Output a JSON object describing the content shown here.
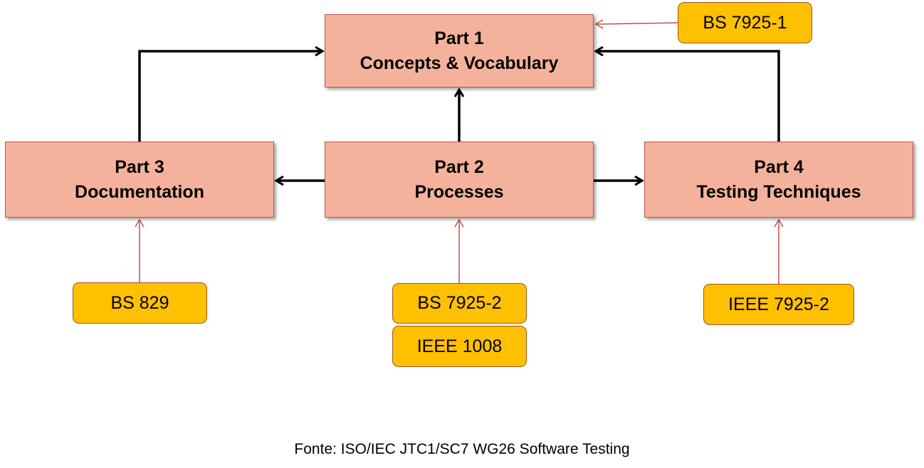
{
  "parts": {
    "part1": {
      "number": "Part 1",
      "title": "Concepts & Vocabulary"
    },
    "part2": {
      "number": "Part 2",
      "title": "Processes"
    },
    "part3": {
      "number": "Part 3",
      "title": "Documentation"
    },
    "part4": {
      "number": "Part 4",
      "title": "Testing Techniques"
    }
  },
  "standards": {
    "bs_7925_1": "BS 7925-1",
    "bs_829": "BS 829",
    "bs_7925_2": "BS 7925-2",
    "ieee_1008": "IEEE 1008",
    "ieee_7925_2": "IEEE 7925-2"
  },
  "connections": [
    {
      "from": "part2",
      "to": "part1",
      "style": "bold-black"
    },
    {
      "from": "part2",
      "to": "part3",
      "style": "bold-black"
    },
    {
      "from": "part2",
      "to": "part4",
      "style": "bold-black"
    },
    {
      "from": "part3",
      "to": "part1",
      "style": "bold-black"
    },
    {
      "from": "part4",
      "to": "part1",
      "style": "bold-black"
    },
    {
      "from": "bs_7925_1",
      "to": "part1",
      "style": "thin-red"
    },
    {
      "from": "bs_829",
      "to": "part3",
      "style": "thin-red"
    },
    {
      "from": "bs_7925_2",
      "to": "part2",
      "style": "thin-red"
    },
    {
      "from": "ieee_7925_2",
      "to": "part4",
      "style": "thin-red"
    }
  ],
  "colors": {
    "part_fill": "#f4b29c",
    "part_border": "#c0504d",
    "standard_fill": "#ffc000",
    "standard_border": "#a0522d",
    "main_arrow": "#000000",
    "reference_arrow": "#c0504d"
  },
  "caption": "Fonte: ISO/IEC JTC1/SC7 WG26 Software Testing"
}
